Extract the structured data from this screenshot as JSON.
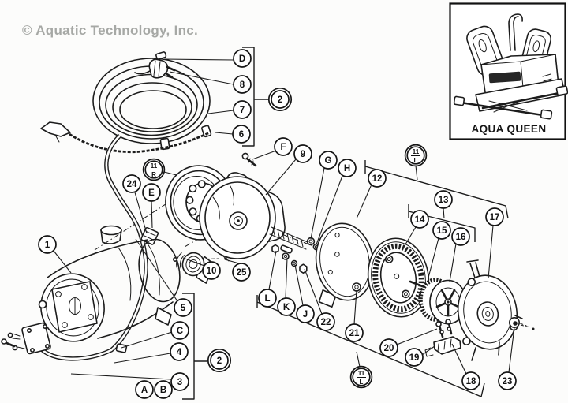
{
  "header": {
    "copyright": "© Aquatic Technology, Inc."
  },
  "product_box": {
    "label": "AQUA QUEEN"
  },
  "diagram": {
    "callouts": {
      "1": "1",
      "2": "2",
      "3": "3",
      "4": "4",
      "5": "5",
      "6": "6",
      "7": "7",
      "8": "8",
      "9": "9",
      "10": "10",
      "12": "12",
      "13": "13",
      "14": "14",
      "15": "15",
      "16": "16",
      "17": "17",
      "18": "18",
      "19": "19",
      "20": "20",
      "21": "21",
      "22": "22",
      "23": "23",
      "24": "24",
      "25": "25",
      "A": "A",
      "B": "B",
      "C": "C",
      "D": "D",
      "E": "E",
      "F": "F",
      "G": "G",
      "H": "H",
      "J": "J",
      "K": "K",
      "L": "L"
    },
    "assembly": {
      "num": "11",
      "right": "R",
      "left": "L"
    }
  },
  "colors": {
    "ink": "#1c1c1c",
    "copyright_gray": "#a6a8a5",
    "background": "#fcfcfb",
    "label_fill": "#262626"
  }
}
